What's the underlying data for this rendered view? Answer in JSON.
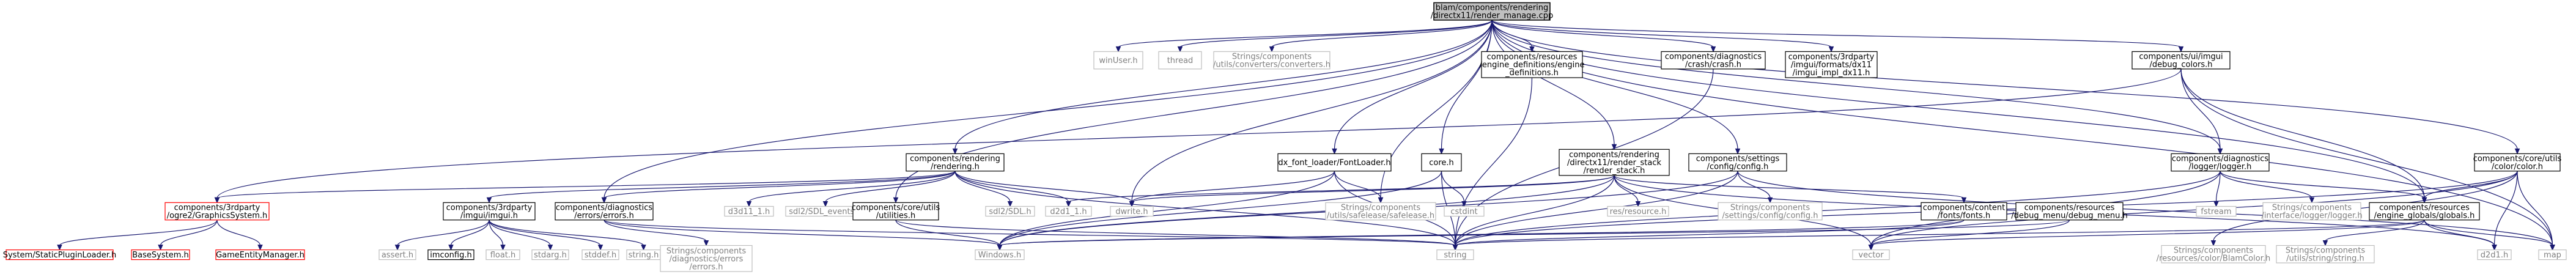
{
  "diagram": {
    "type": "include-dependency-graph",
    "colors": {
      "edge": "#191970",
      "root_fill": "#bfbfbf",
      "normal_border": "#000000",
      "missing_border": "#bfbfbf",
      "truncated_border": "#ff0000"
    },
    "nodes": [
      {
        "id": "root",
        "kind": "root",
        "lines": [
          "blam/components/rendering",
          "/directx11/render_manage.cpp"
        ]
      },
      {
        "id": "winuser",
        "kind": "grey",
        "lines": [
          "winUser.h"
        ]
      },
      {
        "id": "thread",
        "kind": "grey",
        "lines": [
          "thread"
        ]
      },
      {
        "id": "converters",
        "kind": "grey",
        "lines": [
          "Strings/components",
          "/utils/converters/converters.h"
        ]
      },
      {
        "id": "engine_defs",
        "kind": "normal",
        "lines": [
          "components/resources",
          "/engine_definitions/engine",
          "_definitions.h"
        ]
      },
      {
        "id": "crash",
        "kind": "normal",
        "lines": [
          "components/diagnostics",
          "/crash/crash.h"
        ]
      },
      {
        "id": "imgui_dx11",
        "kind": "normal",
        "lines": [
          "components/3rdparty",
          "/imgui/formats/dx11",
          "/imgui_impl_dx11.h"
        ]
      },
      {
        "id": "debug_colors",
        "kind": "normal",
        "lines": [
          "components/ui/imgui",
          "/debug_colors.h"
        ]
      },
      {
        "id": "rendering",
        "kind": "normal",
        "lines": [
          "components/rendering",
          "/rendering.h"
        ]
      },
      {
        "id": "fontloader",
        "kind": "normal",
        "lines": [
          "dx_font_loader/FontLoader.h"
        ]
      },
      {
        "id": "core",
        "kind": "normal",
        "lines": [
          "core.h"
        ]
      },
      {
        "id": "render_stack",
        "kind": "normal",
        "lines": [
          "components/rendering",
          "/directx11/render_stack",
          "/render_stack.h"
        ]
      },
      {
        "id": "config",
        "kind": "normal",
        "lines": [
          "components/settings",
          "/config/config.h"
        ]
      },
      {
        "id": "logger",
        "kind": "normal",
        "lines": [
          "components/diagnostics",
          "/logger/logger.h"
        ]
      },
      {
        "id": "color",
        "kind": "normal",
        "lines": [
          "components/core/utils",
          "/color/color.h"
        ]
      },
      {
        "id": "g2d",
        "kind": "red",
        "lines": [
          "components/3rdparty",
          "/ogre2/GraphicsSystem.h"
        ]
      },
      {
        "id": "imgui",
        "kind": "normal",
        "lines": [
          "components/3rdparty",
          "/imgui/imgui.h"
        ]
      },
      {
        "id": "errors",
        "kind": "normal",
        "lines": [
          "components/diagnostics",
          "/errors/errors.h"
        ]
      },
      {
        "id": "d3d11",
        "kind": "grey",
        "lines": [
          "d3d11_1.h"
        ]
      },
      {
        "id": "sdl_events",
        "kind": "grey",
        "lines": [
          "sdl2/SDL_events.h"
        ]
      },
      {
        "id": "utilities",
        "kind": "normal",
        "lines": [
          "components/core/utils",
          "/utilities.h"
        ]
      },
      {
        "id": "sdl2",
        "kind": "grey",
        "lines": [
          "sdl2/SDL.h"
        ]
      },
      {
        "id": "d2d1_1",
        "kind": "grey",
        "lines": [
          "d2d1_1.h"
        ]
      },
      {
        "id": "dwrite",
        "kind": "grey",
        "lines": [
          "dwrite.h"
        ]
      },
      {
        "id": "safelease",
        "kind": "grey",
        "lines": [
          "Strings/components",
          "/utils/safelease/safelease.h"
        ]
      },
      {
        "id": "cstdint",
        "kind": "grey",
        "lines": [
          "cstdint"
        ]
      },
      {
        "id": "resresource",
        "kind": "grey",
        "lines": [
          "res/resource.h"
        ]
      },
      {
        "id": "config_src",
        "kind": "grey",
        "lines": [
          "Strings/components",
          "/settings/config/config.h"
        ]
      },
      {
        "id": "fonts",
        "kind": "normal",
        "lines": [
          "components/content",
          "/fonts/fonts.h"
        ]
      },
      {
        "id": "debug_menu",
        "kind": "normal",
        "lines": [
          "components/resources",
          "/debug_menu/debug_menu.h"
        ]
      },
      {
        "id": "fstream",
        "kind": "grey",
        "lines": [
          "fstream"
        ]
      },
      {
        "id": "logger_src",
        "kind": "grey",
        "lines": [
          "Strings/components",
          "/interface/logger/logger.h"
        ]
      },
      {
        "id": "globals",
        "kind": "normal",
        "lines": [
          "components/resources",
          "/engine_globals/globals.h"
        ]
      },
      {
        "id": "staticplugin",
        "kind": "red",
        "lines": [
          "System/StaticPluginLoader.h"
        ]
      },
      {
        "id": "basesystem",
        "kind": "red",
        "lines": [
          "BaseSystem.h"
        ]
      },
      {
        "id": "gameentity",
        "kind": "red",
        "lines": [
          "GameEntityManager.h"
        ]
      },
      {
        "id": "assert",
        "kind": "grey",
        "lines": [
          "assert.h"
        ]
      },
      {
        "id": "imconfig",
        "kind": "normal",
        "lines": [
          "imconfig.h"
        ]
      },
      {
        "id": "float",
        "kind": "grey",
        "lines": [
          "float.h"
        ]
      },
      {
        "id": "stdarg",
        "kind": "grey",
        "lines": [
          "stdarg.h"
        ]
      },
      {
        "id": "stddef",
        "kind": "grey",
        "lines": [
          "stddef.h"
        ]
      },
      {
        "id": "stringh",
        "kind": "grey",
        "lines": [
          "string.h"
        ]
      },
      {
        "id": "errors_src",
        "kind": "grey",
        "lines": [
          "Strings/components",
          "/diagnostics/errors",
          "/errors.h"
        ]
      },
      {
        "id": "windows",
        "kind": "grey",
        "lines": [
          "Windows.h"
        ]
      },
      {
        "id": "string",
        "kind": "grey",
        "lines": [
          "string"
        ]
      },
      {
        "id": "vector",
        "kind": "grey",
        "lines": [
          "vector"
        ]
      },
      {
        "id": "blamcolor",
        "kind": "grey",
        "lines": [
          "Strings/components",
          "/resources/color/BlamColor.h"
        ]
      },
      {
        "id": "stringutils",
        "kind": "grey",
        "lines": [
          "Strings/components",
          "/utils/string/string.h"
        ]
      },
      {
        "id": "d2d1",
        "kind": "grey",
        "lines": [
          "d2d1.h"
        ]
      },
      {
        "id": "map",
        "kind": "grey",
        "lines": [
          "map"
        ]
      }
    ],
    "edges": [
      [
        "root",
        "winuser"
      ],
      [
        "root",
        "thread"
      ],
      [
        "root",
        "converters"
      ],
      [
        "root",
        "engine_defs"
      ],
      [
        "root",
        "crash"
      ],
      [
        "root",
        "imgui_dx11"
      ],
      [
        "root",
        "debug_colors"
      ],
      [
        "root",
        "rendering"
      ],
      [
        "root",
        "fontloader"
      ],
      [
        "root",
        "core"
      ],
      [
        "root",
        "render_stack"
      ],
      [
        "root",
        "config"
      ],
      [
        "root",
        "logger"
      ],
      [
        "root",
        "color"
      ],
      [
        "root",
        "errors"
      ],
      [
        "root",
        "utilities"
      ],
      [
        "root",
        "dwrite"
      ],
      [
        "root",
        "safelease"
      ],
      [
        "root",
        "globals"
      ],
      [
        "root",
        "map"
      ],
      [
        "engine_defs",
        "string"
      ],
      [
        "crash",
        "string"
      ],
      [
        "debug_colors",
        "logger"
      ],
      [
        "debug_colors",
        "globals"
      ],
      [
        "debug_colors",
        "map"
      ],
      [
        "debug_colors",
        "g2d"
      ],
      [
        "rendering",
        "g2d"
      ],
      [
        "rendering",
        "imgui"
      ],
      [
        "rendering",
        "errors"
      ],
      [
        "rendering",
        "d3d11"
      ],
      [
        "rendering",
        "sdl_events"
      ],
      [
        "rendering",
        "sdl2"
      ],
      [
        "rendering",
        "d2d1_1"
      ],
      [
        "rendering",
        "dwrite"
      ],
      [
        "rendering",
        "string"
      ],
      [
        "fontloader",
        "dwrite"
      ],
      [
        "fontloader",
        "safelease"
      ],
      [
        "fontloader",
        "windows"
      ],
      [
        "fontloader",
        "string"
      ],
      [
        "core",
        "cstdint"
      ],
      [
        "core",
        "windows"
      ],
      [
        "core",
        "string"
      ],
      [
        "render_stack",
        "resresource"
      ],
      [
        "render_stack",
        "fonts"
      ],
      [
        "render_stack",
        "d2d1_1"
      ],
      [
        "render_stack",
        "dwrite"
      ],
      [
        "render_stack",
        "windows"
      ],
      [
        "render_stack",
        "string"
      ],
      [
        "render_stack",
        "vector"
      ],
      [
        "render_stack",
        "d2d1"
      ],
      [
        "config",
        "config_src"
      ],
      [
        "config",
        "windows"
      ],
      [
        "config",
        "string"
      ],
      [
        "config",
        "map"
      ],
      [
        "logger",
        "fstream"
      ],
      [
        "logger",
        "logger_src"
      ],
      [
        "logger",
        "globals"
      ],
      [
        "logger",
        "string"
      ],
      [
        "logger",
        "vector"
      ],
      [
        "color",
        "globals"
      ],
      [
        "color",
        "blamcolor"
      ],
      [
        "color",
        "d2d1"
      ],
      [
        "color",
        "map"
      ],
      [
        "color",
        "string"
      ],
      [
        "color",
        "vector"
      ],
      [
        "g2d",
        "staticplugin"
      ],
      [
        "g2d",
        "basesystem"
      ],
      [
        "g2d",
        "gameentity"
      ],
      [
        "imgui",
        "assert"
      ],
      [
        "imgui",
        "imconfig"
      ],
      [
        "imgui",
        "float"
      ],
      [
        "imgui",
        "stdarg"
      ],
      [
        "imgui",
        "stddef"
      ],
      [
        "imgui",
        "stringh"
      ],
      [
        "errors",
        "errors_src"
      ],
      [
        "errors",
        "windows"
      ],
      [
        "errors",
        "string"
      ],
      [
        "utilities",
        "windows"
      ],
      [
        "utilities",
        "string"
      ],
      [
        "fonts",
        "windows"
      ],
      [
        "fonts",
        "string"
      ],
      [
        "debug_menu",
        "windows"
      ],
      [
        "debug_menu",
        "vector"
      ],
      [
        "globals",
        "string"
      ],
      [
        "globals",
        "vector"
      ],
      [
        "globals",
        "stringutils"
      ],
      [
        "globals",
        "d2d1"
      ],
      [
        "globals",
        "map"
      ]
    ]
  }
}
